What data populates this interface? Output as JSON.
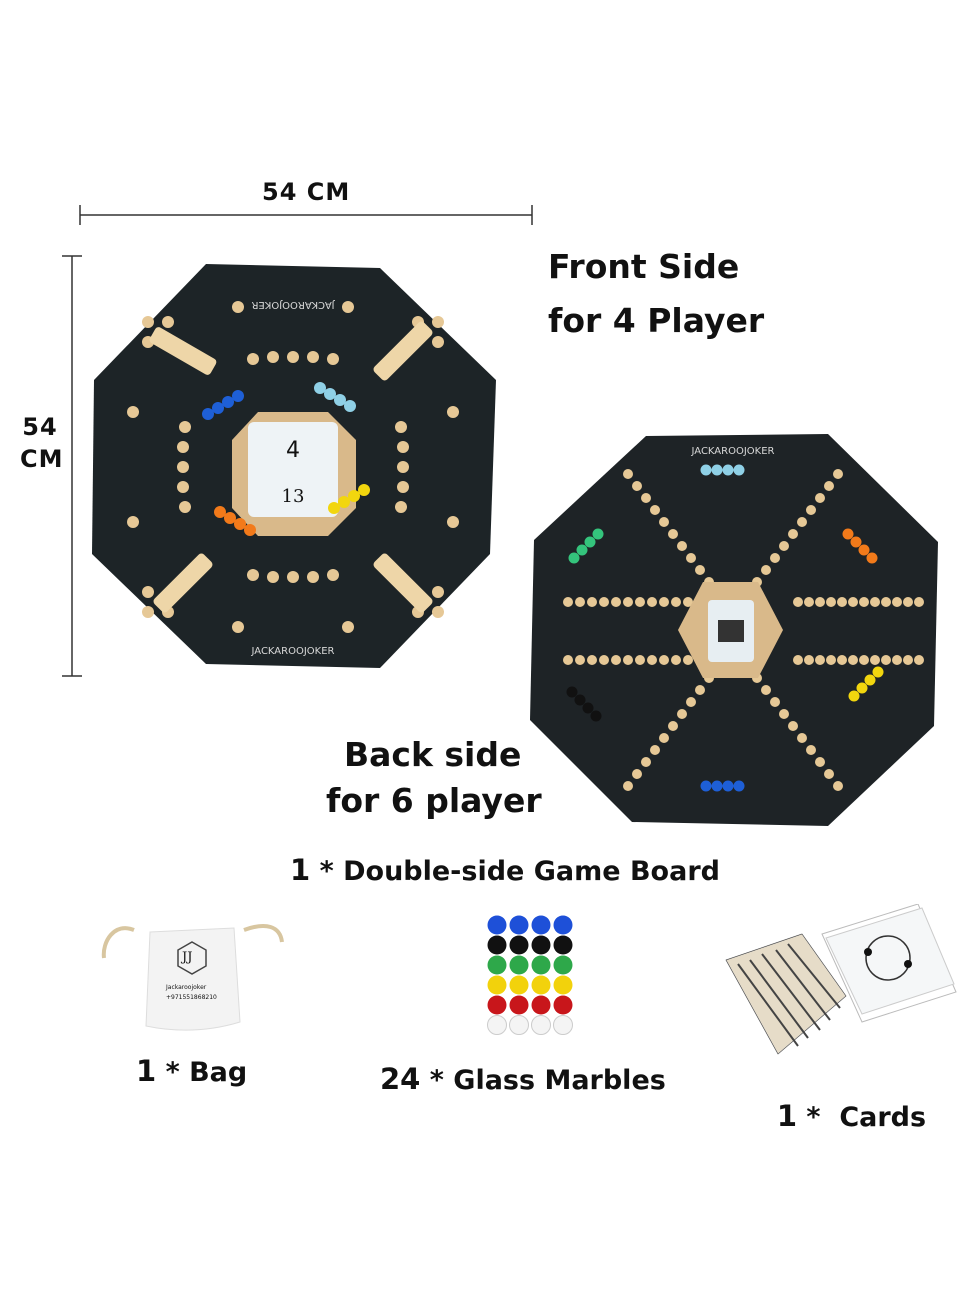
{
  "dimensions": {
    "width_label": "54 CM",
    "height_label_line1": "54",
    "height_label_line2": "CM"
  },
  "front_side": {
    "line1": "Front Side",
    "line2": "for 4 Player",
    "brand": "JACKAROOJOKER",
    "marble_colors": [
      "#1e5fd6",
      "#8fd0e6",
      "#f27a1a",
      "#f2d60e"
    ]
  },
  "back_side": {
    "line1": "Back side",
    "line2": "for 6 player",
    "brand": "JACKAROOJOKER",
    "marble_colors": [
      "#8fd0e6",
      "#f27a1a",
      "#f2d60e",
      "#1e5fd6",
      "#111111",
      "#34c47c"
    ]
  },
  "board_caption": {
    "qty": "1",
    "text": " * Double-side Game Board"
  },
  "bag_caption": {
    "qty": "1",
    "text": " * Bag"
  },
  "bag_logo": "JJ",
  "bag_text_1": "Jackaroojoker",
  "bag_text_2": "+971551868210",
  "marbles_caption": {
    "qty": "24",
    "text": " * Glass Marbles"
  },
  "marble_rows": [
    "#1e50d8",
    "#111111",
    "#2ea84a",
    "#f2d20c",
    "#c8161b",
    "#f4f4f4"
  ],
  "cards_caption": {
    "qty": "1",
    "text": " *  Cards"
  },
  "card_values": [
    "4",
    "13"
  ]
}
